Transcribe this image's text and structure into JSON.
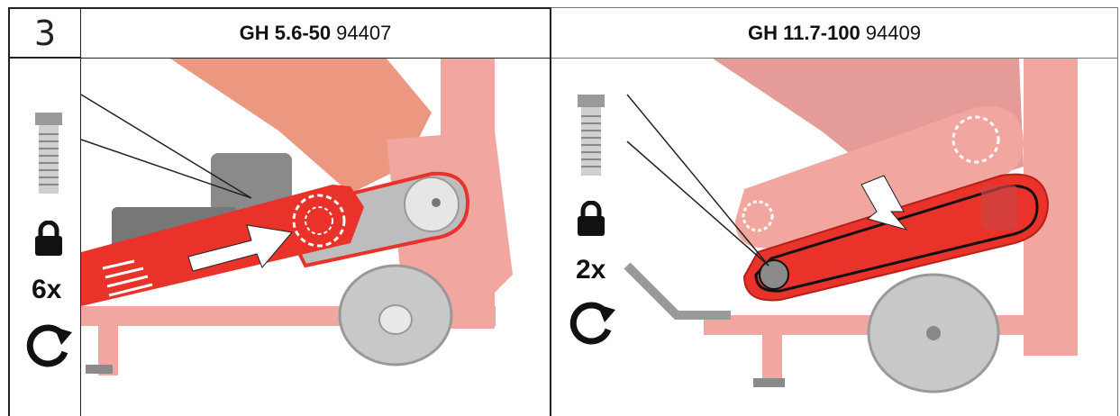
{
  "step": {
    "number": "3"
  },
  "left": {
    "model": "GH 5.6-50",
    "article": "94407",
    "bolt_count": "6x",
    "icons": [
      "bolt-icon",
      "lock-icon",
      "rotate-clockwise-icon"
    ]
  },
  "right": {
    "model": "GH 11.7-100",
    "article": "94409",
    "bolt_count": "2x",
    "icons": [
      "bolt-icon",
      "lock-icon",
      "rotate-clockwise-icon"
    ]
  },
  "colors": {
    "guard_red": "#e8322a",
    "machine_pink": "#f2a6a0",
    "hopper_salmon": "#e9866a",
    "engine_gray": "#8a8a8a",
    "wheel_gray": "#c8c8c8",
    "outline": "#222222"
  }
}
